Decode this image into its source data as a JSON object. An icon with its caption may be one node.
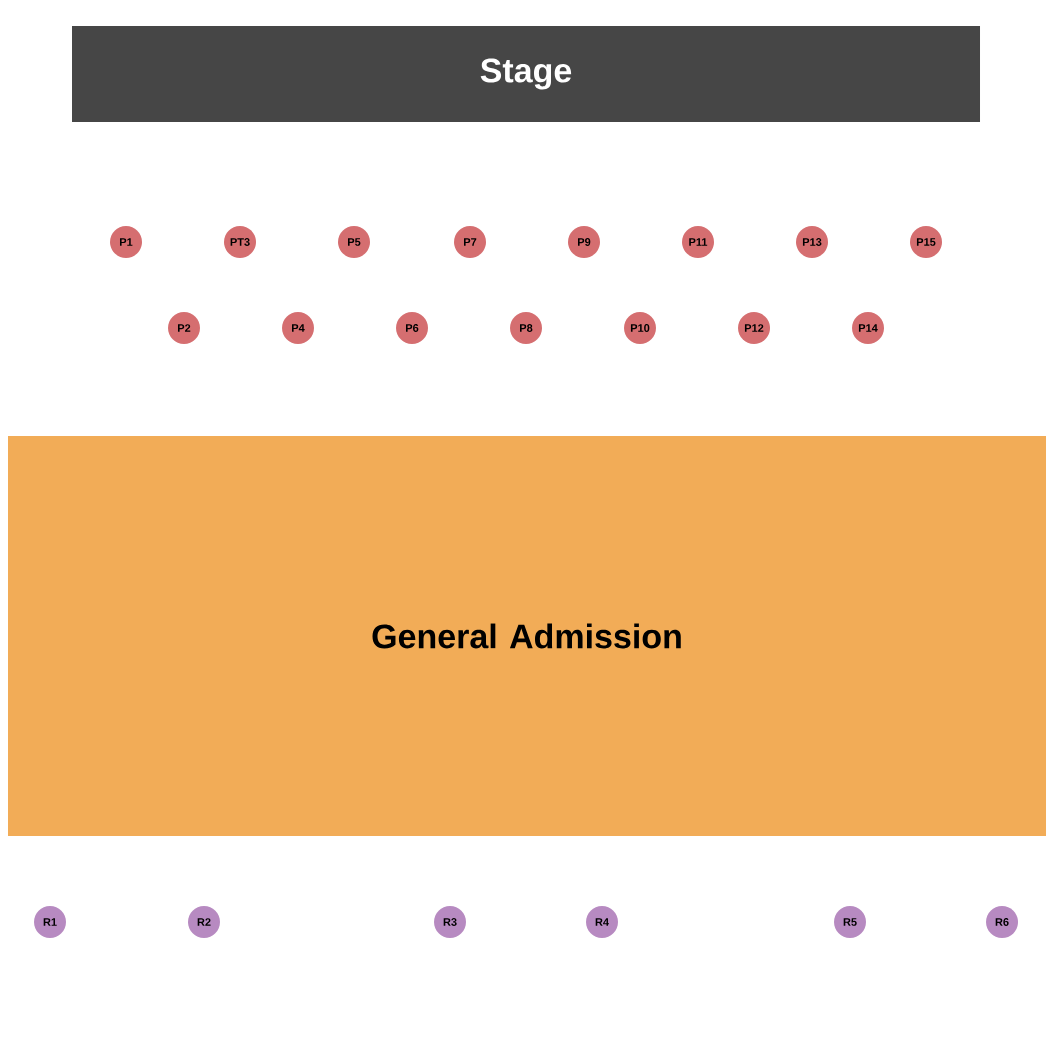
{
  "diagram": {
    "nodes": [
      {
        "text": [
          "Stage"
        ]
      },
      {
        "text": [
          "P1"
        ]
      },
      {
        "text": [
          "PT3"
        ]
      },
      {
        "text": [
          "P5"
        ]
      },
      {
        "text": [
          "P7"
        ]
      },
      {
        "text": [
          "P9"
        ]
      },
      {
        "text": [
          "P11"
        ]
      },
      {
        "text": [
          "P13"
        ]
      },
      {
        "text": [
          "P15"
        ]
      },
      {
        "text": [
          "P2"
        ]
      },
      {
        "text": [
          "P4"
        ]
      },
      {
        "text": [
          "P6"
        ]
      },
      {
        "text": [
          "P8"
        ]
      },
      {
        "text": [
          "P10"
        ]
      },
      {
        "text": [
          "P12"
        ]
      },
      {
        "text": [
          "P14"
        ]
      },
      {
        "text": [
          "General Admission"
        ]
      },
      {
        "text": [
          "R1"
        ]
      },
      {
        "text": [
          "R2"
        ]
      },
      {
        "text": [
          "R3"
        ]
      },
      {
        "text": [
          "R4"
        ]
      },
      {
        "text": [
          "R5"
        ]
      },
      {
        "text": [
          "R6"
        ]
      }
    ]
  }
}
